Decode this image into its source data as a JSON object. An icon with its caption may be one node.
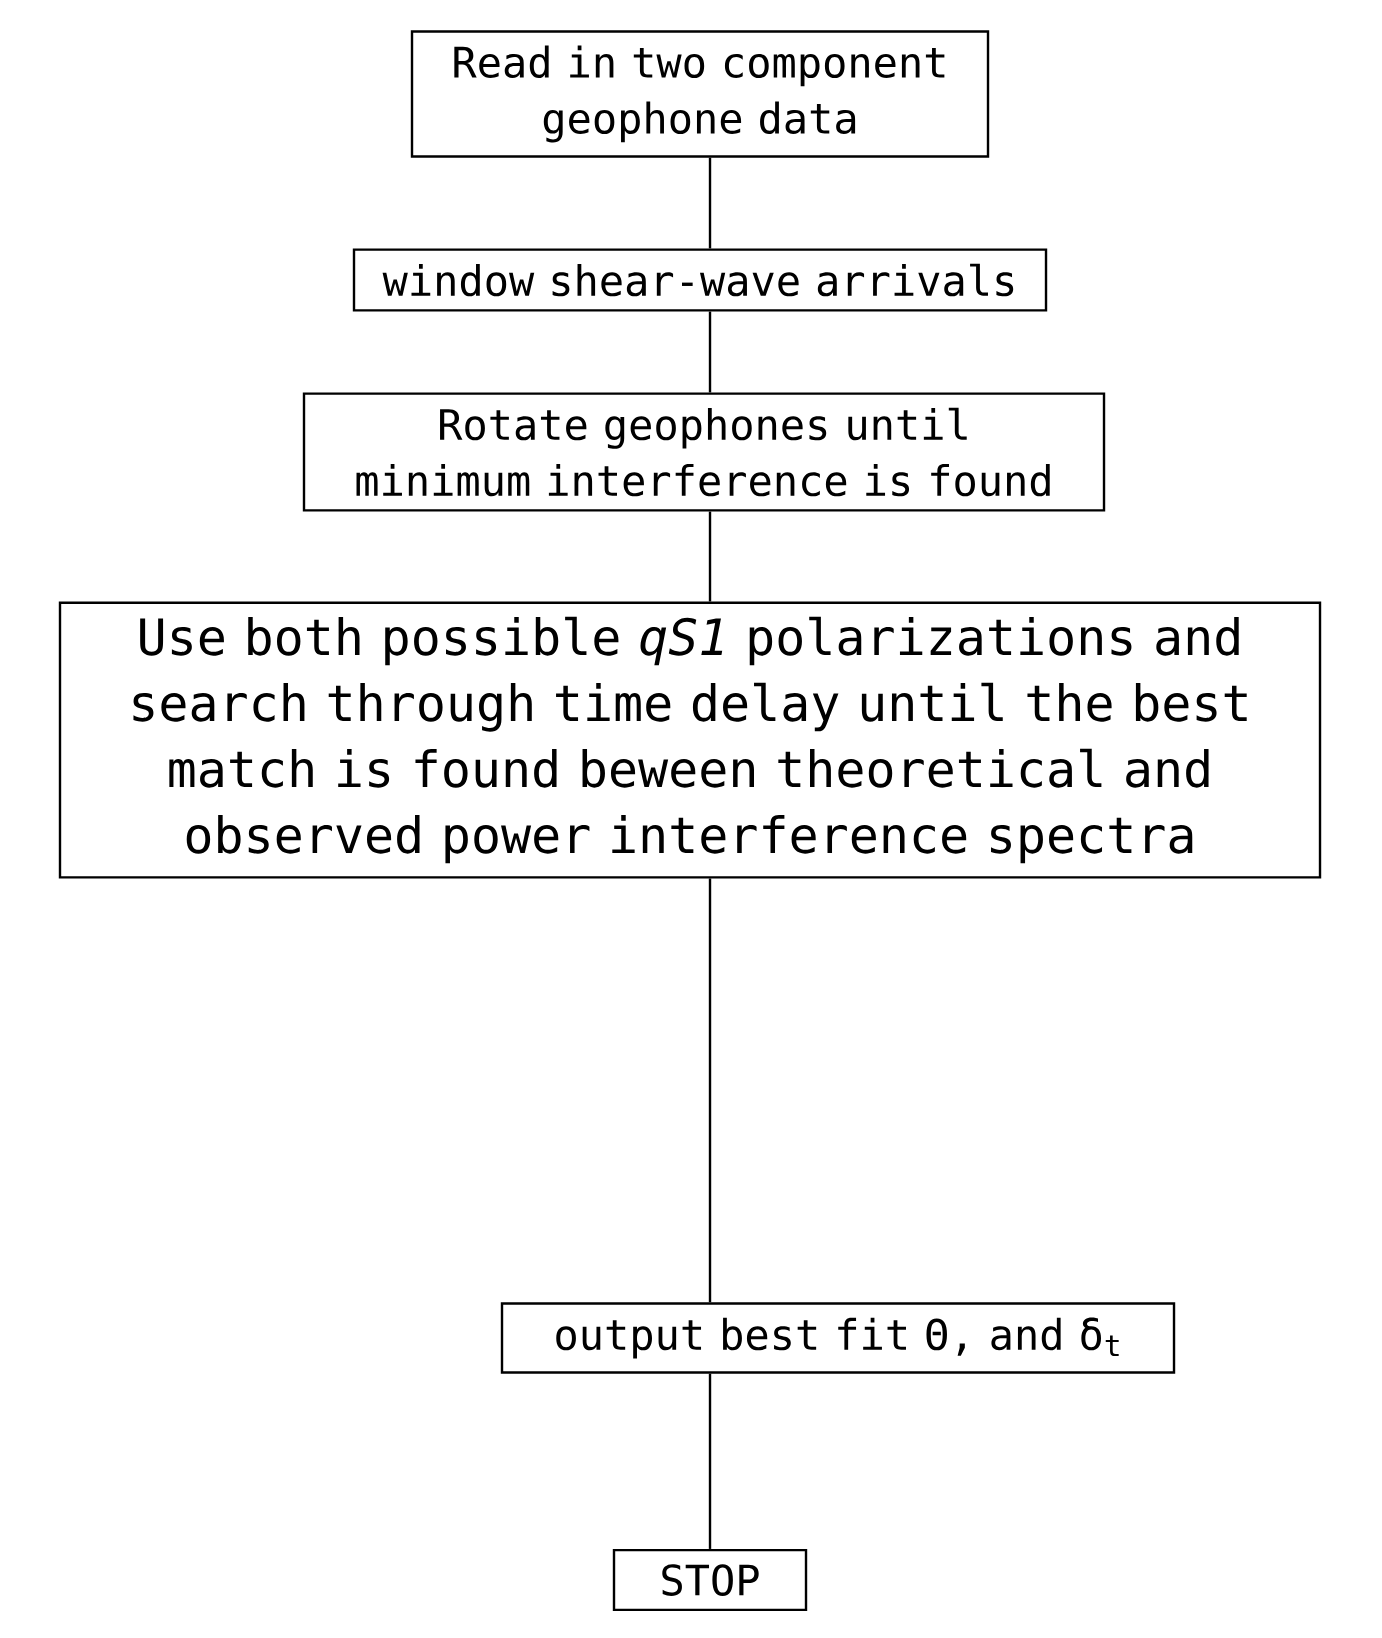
{
  "diagram": {
    "nodes": [
      {
        "text": [
          "Read in two component geophone data"
        ]
      },
      {
        "text": [
          "window shear-wave arrivals"
        ]
      },
      {
        "text": [
          "Rotate geophones until minimum interference is found"
        ]
      },
      {
        "text": [
          "Use both possible *qS1* polarizations and search through time delay until the best match is found beween theoretical and observed power interference spectra"
        ]
      },
      {
        "text": [
          "output best fit Θ, and δ$_{t}$"
        ]
      },
      {
        "text": [
          "STOP"
        ]
      }
    ],
    "edges": [
      {
        "from": 0,
        "to": 1,
        "arrow": "none"
      },
      {
        "from": 1,
        "to": 2,
        "arrow": "none"
      },
      {
        "from": 2,
        "to": 3,
        "arrow": "none"
      },
      {
        "from": 3,
        "to": 4,
        "arrow": "none"
      },
      {
        "from": 4,
        "to": 5,
        "arrow": "none"
      }
    ]
  }
}
